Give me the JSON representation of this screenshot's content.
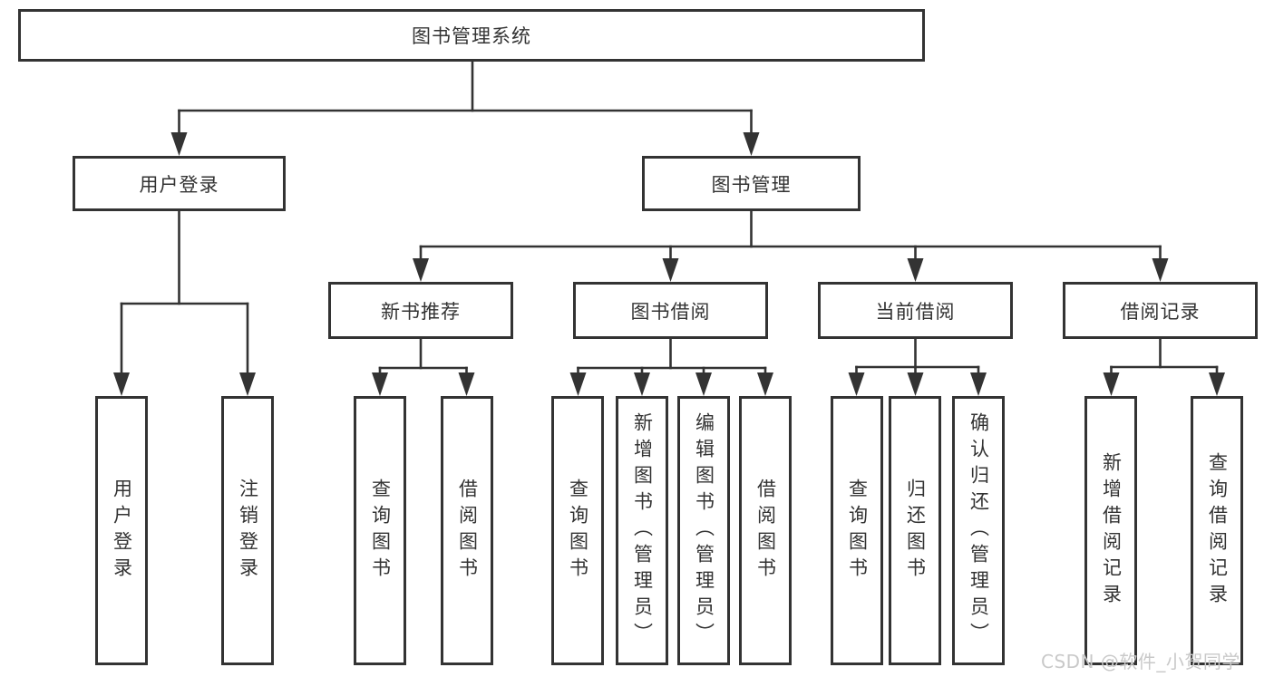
{
  "diagram": {
    "title": "图书管理系统",
    "nodes": {
      "root": {
        "label": "图书管理系统"
      },
      "user_login": {
        "label": "用户登录"
      },
      "book_mgmt": {
        "label": "图书管理"
      },
      "new_book": {
        "label": "新书推荐"
      },
      "book_borrow": {
        "label": "图书借阅"
      },
      "current_borrow": {
        "label": "当前借阅"
      },
      "borrow_records": {
        "label": "借阅记录"
      },
      "user_login_leaf": {
        "label": "用户登录"
      },
      "logout_leaf": {
        "label": "注销登录"
      },
      "nb_query": {
        "label": "查询图书"
      },
      "nb_borrow": {
        "label": "借阅图书"
      },
      "bb_query": {
        "label": "查询图书"
      },
      "bb_add": {
        "label": "新增图书（管理员）"
      },
      "bb_edit": {
        "label": "编辑图书（管理员）"
      },
      "bb_borrow": {
        "label": "借阅图书"
      },
      "cb_query": {
        "label": "查询图书"
      },
      "cb_return": {
        "label": "归还图书"
      },
      "cb_confirm": {
        "label": "确认归还（管理员）"
      },
      "br_add": {
        "label": "新增借阅记录"
      },
      "br_query": {
        "label": "查询借阅记录"
      }
    },
    "hierarchy": {
      "图书管理系统": {
        "用户登录": [
          "用户登录",
          "注销登录"
        ],
        "图书管理": {
          "新书推荐": [
            "查询图书",
            "借阅图书"
          ],
          "图书借阅": [
            "查询图书",
            "新增图书（管理员）",
            "编辑图书（管理员）",
            "借阅图书"
          ],
          "当前借阅": [
            "查询图书",
            "归还图书",
            "确认归还（管理员）"
          ],
          "借阅记录": [
            "新增借阅记录",
            "查询借阅记录"
          ]
        }
      }
    }
  },
  "colors": {
    "line": "#333333",
    "text": "#333333",
    "box_background": "#ffffff",
    "page_background": "#ffffff",
    "watermark": "#c9c9c9"
  },
  "watermark": {
    "text": "CSDN @软件_小贺同学"
  }
}
